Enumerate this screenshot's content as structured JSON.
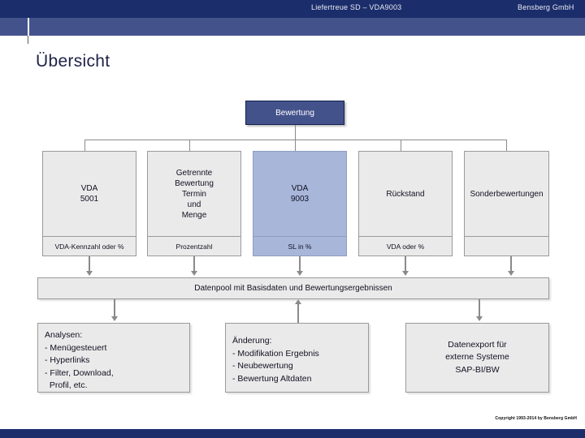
{
  "header": {
    "title": "Liefertreue SD – VDA9003",
    "company": "Bensberg GmbH",
    "bar_color": "#1b2d6b",
    "bar_color_secondary": "#44528c"
  },
  "page": {
    "title": "Übersicht"
  },
  "diagram": {
    "root": {
      "label": "Bewertung",
      "fill": "#44528c",
      "text_color": "#ffffff"
    },
    "columns": [
      {
        "label": "VDA\n5001",
        "sub": "VDA-Kennzahl oder %",
        "accent": false
      },
      {
        "label": "Getrennte\nBewertung\nTermin\nund\nMenge",
        "sub": "Prozentzahl",
        "accent": false
      },
      {
        "label": "VDA\n9003",
        "sub": "SL in %",
        "accent": true
      },
      {
        "label": "Rückstand",
        "sub": "VDA oder %",
        "accent": false
      },
      {
        "label": "Sonderbewertungen",
        "sub": "",
        "accent": false
      }
    ],
    "datapool": {
      "label": "Datenpool mit Basisdaten und Bewertungsergebnissen"
    },
    "bottom": [
      {
        "name": "analysen",
        "lines": [
          "Analysen:",
          "- Menügesteuert",
          "- Hyperlinks",
          "- Filter, Download,",
          "  Profil, etc."
        ],
        "arrow": "down"
      },
      {
        "name": "aenderung",
        "lines": [
          "Änderung:",
          "- Modifikation Ergebnis",
          "- Neubewertung",
          "- Bewertung Altdaten"
        ],
        "arrow": "up"
      },
      {
        "name": "datenexport",
        "lines": [
          "Datenexport für",
          "externe Systeme",
          "SAP-BI/BW"
        ],
        "arrow": "down"
      }
    ],
    "accent_fill": "#a8b6da",
    "box_fill": "#eaeaea",
    "box_border": "#9a9a9a"
  },
  "footer": {
    "copyright": "Copyright 1993-2014 by Bensberg GmbH"
  }
}
